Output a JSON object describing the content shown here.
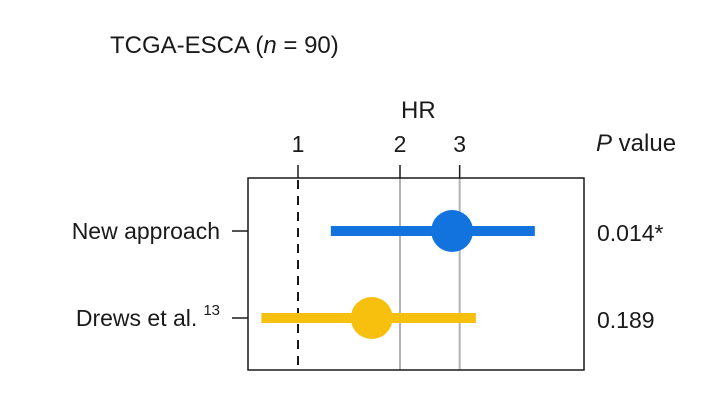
{
  "chart_data": {
    "type": "forest",
    "title": "TCGA-ESCA (n = 90)",
    "title_parts": {
      "pre": "TCGA-ESCA (",
      "n": "n",
      "post": " = 90)"
    },
    "xlabel": "HR",
    "pvalue_header": {
      "italic": "P",
      "rest": " value"
    },
    "x_ticks": [
      1,
      2,
      3
    ],
    "reference_line": 1,
    "rows": [
      {
        "label": "New approach",
        "superscript": "",
        "hr": 2.85,
        "ci_low": 1.25,
        "ci_high": 5.0,
        "pvalue": "0.014*",
        "color": "#1273de"
      },
      {
        "label": "Drews et al.",
        "superscript": "13",
        "hr": 1.65,
        "ci_low": 0.78,
        "ci_high": 3.35,
        "pvalue": "0.189",
        "color": "#f7c00e"
      }
    ]
  }
}
